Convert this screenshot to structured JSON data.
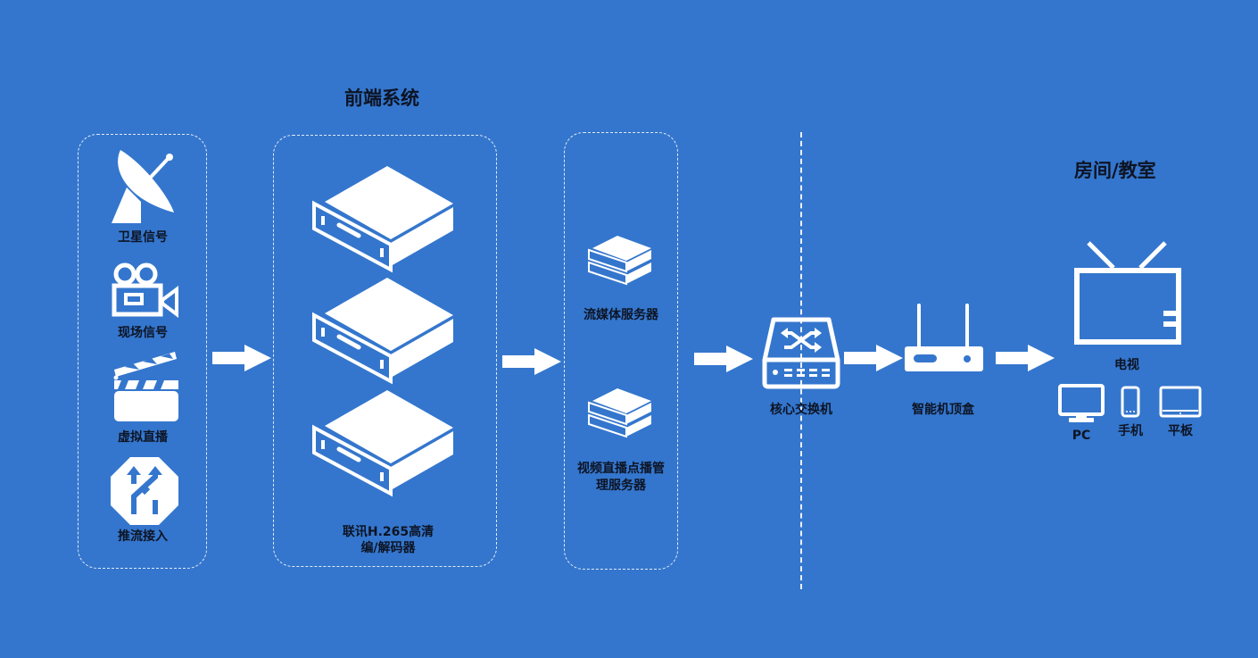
{
  "colors": {
    "background": "#3476cd",
    "foreground": "#ffffff",
    "label_text": "#0d1424"
  },
  "titles": {
    "frontend": "前端系统",
    "room": "房间/教室"
  },
  "sources": [
    {
      "icon": "satellite-dish-icon",
      "label": "卫星信号"
    },
    {
      "icon": "video-camera-icon",
      "label": "现场信号"
    },
    {
      "icon": "clapperboard-icon",
      "label": "虚拟直播"
    },
    {
      "icon": "stream-merge-icon",
      "label": "推流接入"
    }
  ],
  "encoder": {
    "label_line1": "联讯H.265高清",
    "label_line2": "编/解码器",
    "unit_count": 3
  },
  "servers": [
    {
      "icon": "server-stack-icon",
      "label_line1": "流媒体服务器",
      "label_line2": ""
    },
    {
      "icon": "server-stack-icon",
      "label_line1": "视频直播点播管",
      "label_line2": "理服务器"
    }
  ],
  "core_switch": {
    "icon": "network-switch-icon",
    "label": "核心交换机"
  },
  "set_top_box": {
    "icon": "router-icon",
    "label": "智能机顶盒"
  },
  "terminals": {
    "tv": {
      "icon": "tv-icon",
      "label": "电视"
    },
    "pc": {
      "icon": "monitor-icon",
      "label": "PC"
    },
    "phone": {
      "icon": "smartphone-icon",
      "label": "手机"
    },
    "tablet": {
      "icon": "tablet-icon",
      "label": "平板"
    }
  }
}
